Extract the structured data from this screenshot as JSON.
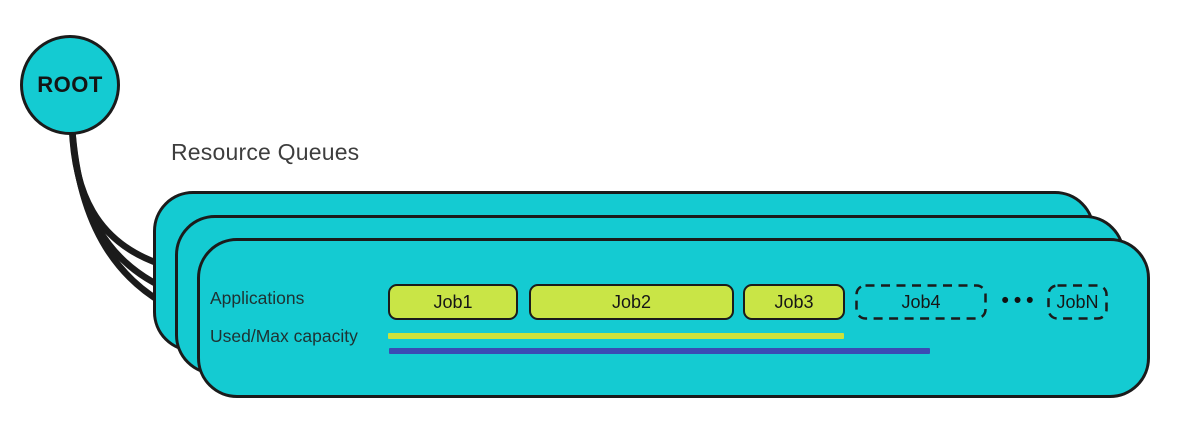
{
  "root_node": {
    "label": "ROOT"
  },
  "title": "Resource Queues",
  "queue_card": {
    "applications_label": "Applications",
    "capacity_label": "Used/Max capacity",
    "jobs": [
      {
        "label": "Job1",
        "style": "solid"
      },
      {
        "label": "Job2",
        "style": "solid"
      },
      {
        "label": "Job3",
        "style": "solid"
      },
      {
        "label": "Job4",
        "style": "dashed"
      },
      {
        "label": "JobN",
        "style": "dashed"
      }
    ],
    "ellipsis": "•••",
    "stacked_cards_count": 3
  },
  "colors": {
    "queue_fill": "#14cbd2",
    "job_fill": "#c9e546",
    "used_capacity_bar": "#cde23b",
    "max_capacity_bar": "#3b4bb4",
    "outline": "#1b1b1b",
    "title_text": "#3e3e3e"
  }
}
